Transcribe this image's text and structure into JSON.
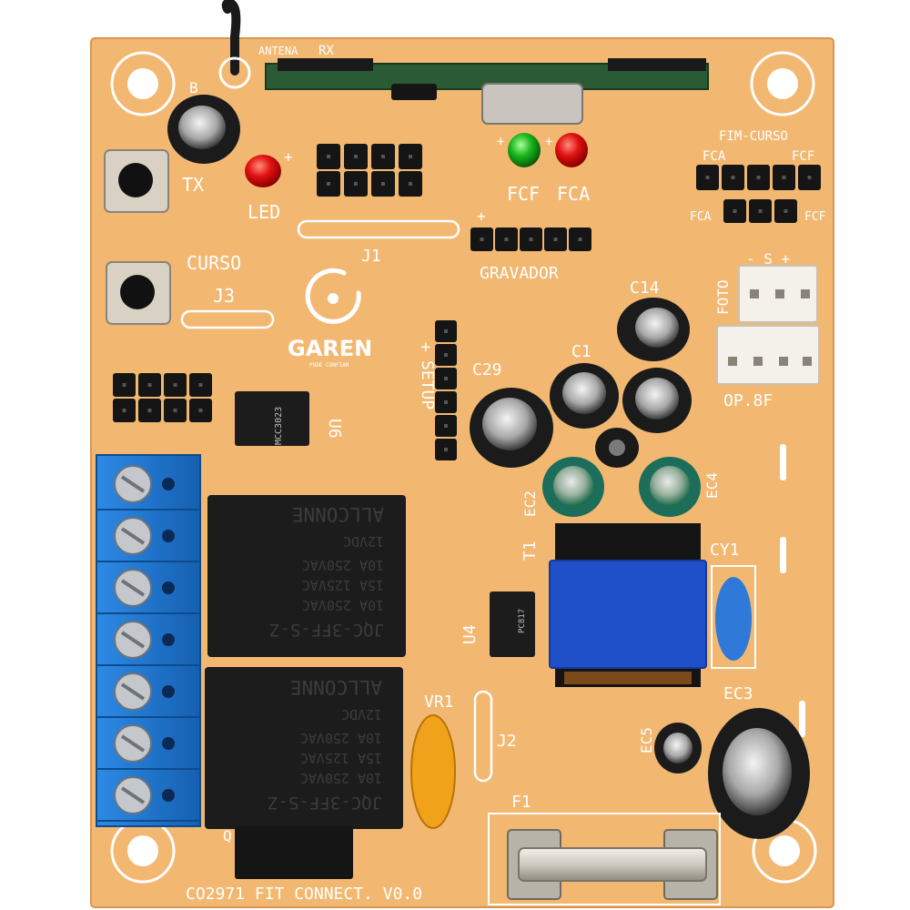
{
  "board": {
    "brand_name": "GAREN",
    "brand_tagline": "PODE CONFIAR",
    "model_label": "CO2971 FIT CONNECT. V0.0",
    "colors": {
      "pcb": "#f2b872",
      "pcb_edge": "#e7a75f",
      "silkscreen": "#ffffff",
      "terminal_block": "#1f7ad6",
      "transformer": "#1f4fc9",
      "relay": "#1c1c1c",
      "led_red": "#e01010",
      "led_green": "#19b51a",
      "capacitor_cy1": "#2f79d8",
      "varistor": "#f0a31a"
    }
  },
  "labels": {
    "antena": "ANTENA",
    "rx": "RX",
    "tx": "TX",
    "led": "LED",
    "fcf": "FCF",
    "fca": "FCA",
    "fim_curso": "FIM-CURSO",
    "fca_small_left": "FCA",
    "fcf_small_right": "FCF",
    "fca_small_left2": "FCA",
    "fcf_small_right2": "FCF",
    "j1": "J1",
    "gravador": "GRAVADOR",
    "curso": "CURSO",
    "j3": "J3",
    "c14": "C14",
    "c1": "C1",
    "c29": "C29",
    "setup": "SETUP",
    "u6": "U6",
    "u4": "U4",
    "foto": "FOTO",
    "foto_pins": "- S +",
    "op8f": "OP.8F",
    "ec2": "EC2",
    "ec4": "EC4",
    "t1": "T1",
    "cy1": "CY1",
    "vr1": "VR1",
    "j2": "J2",
    "ec5": "EC5",
    "ec3": "EC3",
    "f1": "F1",
    "q": "Q",
    "plus": "+",
    "b": "B"
  },
  "relays": [
    {
      "line1": "JQC-3FF-S-Z",
      "line2": "10A 250VAC",
      "line3": "15A 125VAC",
      "line4": "10A 250VAC",
      "line5": "12VDC",
      "line6": "ALLCONNE"
    },
    {
      "line1": "JQC-3FF-S-Z",
      "line2": "10A 250VAC",
      "line3": "15A 125VAC",
      "line4": "10A 250VAC",
      "line5": "12VDC",
      "line6": "ALLCONNE"
    }
  ],
  "chips": {
    "u6_marking": "MCC3023",
    "u4_marking": "PC817"
  },
  "terminal_screw_count": 7
}
